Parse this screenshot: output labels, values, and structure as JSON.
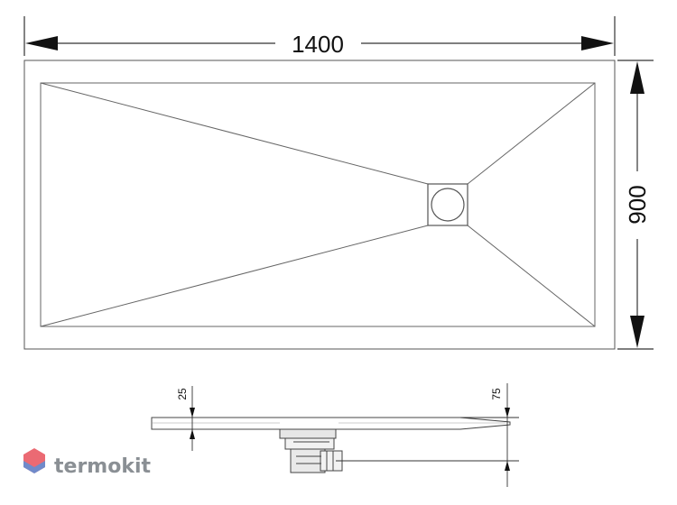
{
  "drawing": {
    "width_label": "1400",
    "height_label": "900",
    "thickness_label": "25",
    "total_height_label": "75"
  },
  "watermark": {
    "text": "termokit"
  },
  "colors": {
    "line": "#333333",
    "tray_outline": "#555555",
    "logo_red": "#e8505b",
    "logo_blue": "#5b8fd9",
    "logo_text": "#8a8f94"
  },
  "icons": {
    "logo": "hexagon-logo-icon",
    "drain": "drain-icon",
    "arrow": "arrowhead-icon"
  }
}
